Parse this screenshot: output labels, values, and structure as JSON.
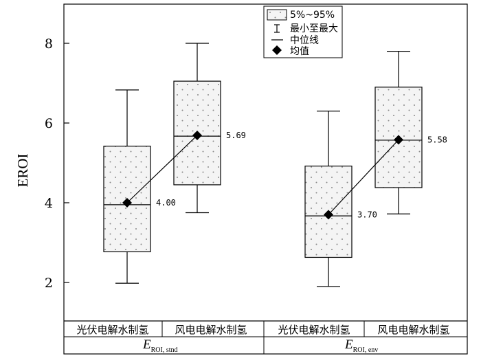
{
  "chart_data": {
    "type": "box",
    "ylabel": "EROI",
    "ylim": [
      1,
      9
    ],
    "yticks": [
      2,
      4,
      6,
      8
    ],
    "grid": false,
    "legend_position": "top-right",
    "legend": {
      "box": "5%~95%",
      "whisker": "最小至最大",
      "median": "中位线",
      "mean": "均值"
    },
    "groups": [
      {
        "label_main": "E",
        "label_sub": "ROI, stnd",
        "categories": [
          {
            "label": "光伏电解水制氢",
            "min": 1.98,
            "q_low": 2.77,
            "median": 3.95,
            "q_high": 5.42,
            "max": 6.83,
            "mean": 4.0,
            "mean_label": "4.00"
          },
          {
            "label": "风电电解水制氢",
            "min": 3.75,
            "q_low": 4.45,
            "median": 5.67,
            "q_high": 7.05,
            "max": 8.0,
            "mean": 5.69,
            "mean_label": "5.69"
          }
        ]
      },
      {
        "label_main": "E",
        "label_sub": "ROI, env",
        "categories": [
          {
            "label": "光伏电解水制氢",
            "min": 1.9,
            "q_low": 2.63,
            "median": 3.67,
            "q_high": 4.92,
            "max": 6.3,
            "mean": 3.7,
            "mean_label": "3.70"
          },
          {
            "label": "风电电解水制氢",
            "min": 3.72,
            "q_low": 4.38,
            "median": 5.57,
            "q_high": 6.9,
            "max": 7.8,
            "mean": 5.58,
            "mean_label": "5.58"
          }
        ]
      }
    ],
    "colors": {
      "box_fill": "#f4f4f4",
      "dot": "#8a8a8a",
      "line": "#000000"
    }
  }
}
